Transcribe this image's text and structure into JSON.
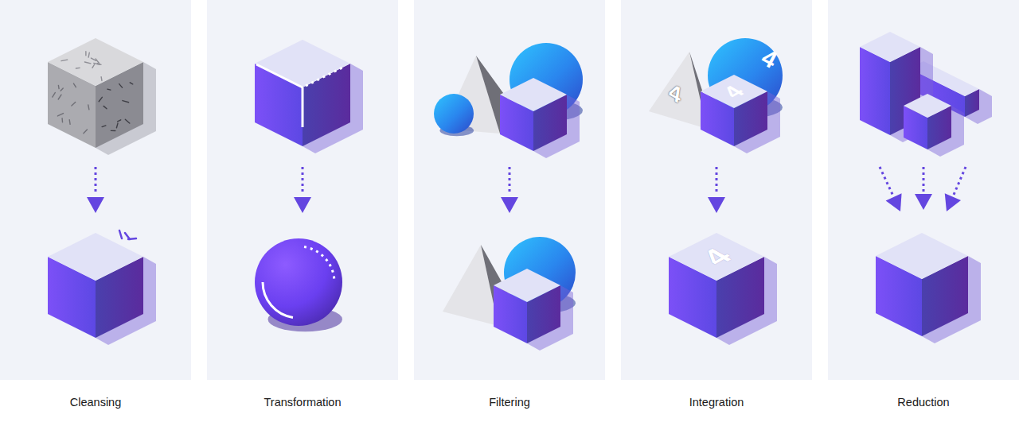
{
  "diagram": {
    "nodes": [
      {
        "text": [
          "Cleansing"
        ]
      },
      {
        "text": [
          "Transformation"
        ]
      },
      {
        "text": [
          "Filtering"
        ]
      },
      {
        "text": [
          "Integration"
        ]
      },
      {
        "text": [
          "Reduction"
        ]
      }
    ],
    "labels": [
      "4",
      "4",
      "4",
      "4"
    ]
  }
}
